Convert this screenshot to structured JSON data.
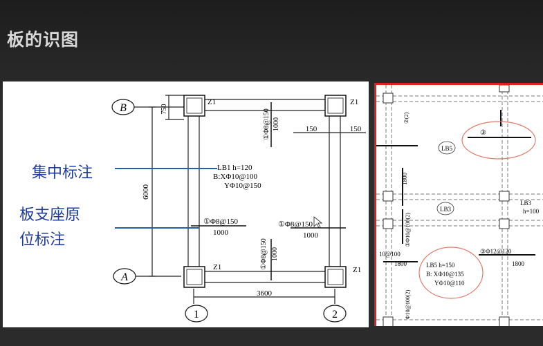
{
  "slide": {
    "title": "板的识图"
  },
  "left_drawing": {
    "callout_centralized": "集中标注",
    "callout_support_line1": "板支座原",
    "callout_support_line2": "位标注",
    "axis_B": "B",
    "axis_A": "A",
    "axis_1": "1",
    "axis_2": "2",
    "col_tag": "Z1",
    "dim_750": "750",
    "dim_6000": "6000",
    "dim_3600": "3600",
    "dim_150_left": "150",
    "dim_150_right": "150",
    "top_rebar": "①Φ8@150",
    "top_rebar_len": "1000",
    "bottom_rebar": "①Φ8@150",
    "bottom_rebar_len": "1000",
    "left_rebar": "①Φ8@150",
    "left_rebar_len": "1000",
    "right_rebar": "①Φ8@150",
    "right_rebar_len": "1000",
    "lb_line1": "LB1 h=120",
    "lb_line2": "B:XΦ10@100",
    "lb_line3": "YΦ10@150"
  },
  "right_drawing": {
    "lb5": "LB5",
    "lb3": "LB3",
    "lb3_right": "LB3",
    "lb3_h": "h=100",
    "circle3": "③",
    "dim_1800_a": "1800",
    "dim_1800_b": "1800",
    "dim_1800_c": "1800",
    "rebar_2": "②(2)",
    "rebar_3_12": "③Φ12@120",
    "rebar_10_100": "10@100",
    "rebar_left_vert": "③Φ10@100(2)",
    "rebar_bottom_vert": "Φ10@100(2)",
    "lb5_line1": "LB5 h=150",
    "lb5_line2": "B: XΦ10@135",
    "lb5_line3": "YΦ10@110"
  },
  "colors": {
    "callout_text": "#1f3e9c",
    "callout_line": "#2060b0",
    "red_frame": "#e02020",
    "highlight_circle": "#e07a6a"
  }
}
